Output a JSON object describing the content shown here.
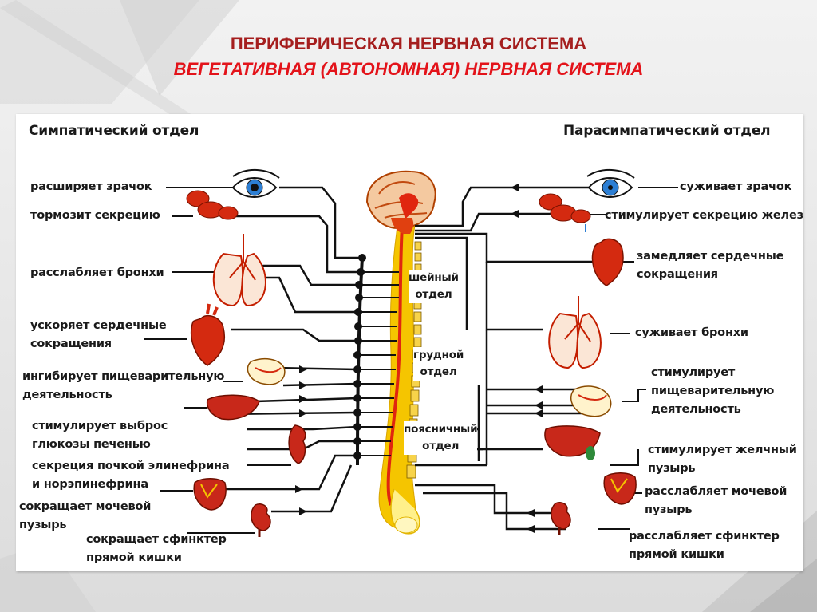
{
  "slide": {
    "title_line1": "ПЕРИФЕРИЧЕСКАЯ НЕРВНАЯ СИСТЕМА",
    "title_line2": "ВЕГЕТАТИВНАЯ (АВТОНОМНАЯ) НЕРВНАЯ СИСТЕМА"
  },
  "diagram": {
    "left_heading": "Симпатический отдел",
    "right_heading": "Парасимпатический отдел",
    "spine_sections": {
      "cervical": "шейный\nотдел",
      "thoracic": "грудной\nотдел",
      "lumbar": "поясничный\nотдел"
    },
    "sympathetic_effects": [
      "расширяет зрачок",
      "тормозит секрецию",
      "расслабляет бронхи",
      "ускоряет сердечные\nсокращения",
      "ингибирует пищеварительную\nдеятельность",
      "стимулирует выброс\nглюкозы печенью",
      "секреция почкой элинефрина\nи норэпинефрина",
      "сокращает мочевой\nпузырь",
      "сокращает сфинктер\nпрямой кишки"
    ],
    "parasympathetic_effects": [
      "суживает зрачок",
      "стимулирует секрецию желез",
      "замедляет сердечные\nсокращения",
      "суживает бронхи",
      "стимулирует\nпищеварительную\nдеятельность",
      "стимулирует желчный\nпузырь",
      "расслабляет мочевой\nпузырь",
      "расслабляет сфинктер\nпрямой кишки"
    ]
  },
  "colors": {
    "title_dark_red": "#a51e1e",
    "title_red": "#e3131a",
    "organ_red": "#d42a10",
    "spinal_cord_yellow": "#f5c500",
    "nerve_line": "#111111"
  }
}
